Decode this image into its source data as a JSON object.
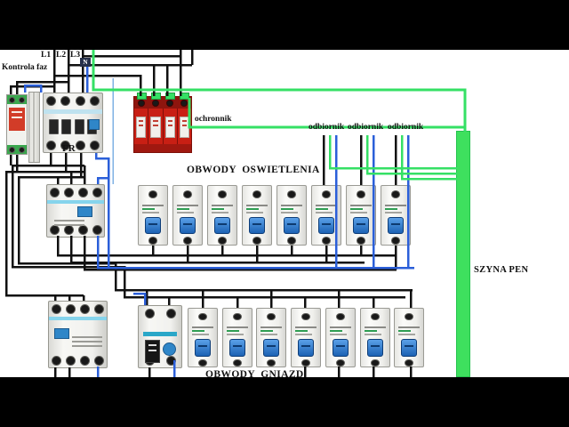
{
  "frame": {
    "letterbox_color": "#000000",
    "background": "#ffffff"
  },
  "header_labels": {
    "l1": "L1",
    "l2": "L2",
    "l3": "L3",
    "neutral": "N",
    "phase_control": "Kontrola faz"
  },
  "device_labels": {
    "main_breaker": "FR",
    "surge_protector": "ochronnik",
    "pen_bus": "SZYNA PEN"
  },
  "load_labels": {
    "load1": "odbiornik",
    "load2": "odbiornik",
    "load3": "odbiornik"
  },
  "section_headings": {
    "lighting": "OBWODY  OSWIETLENIA",
    "sockets": "OBWODY  GNIAZD"
  },
  "breaker_rows": {
    "lighting_count": 8,
    "socket_count": 7
  },
  "colors": {
    "wire_phase": "#101010",
    "wire_neutral": "#2b5fd9",
    "wire_pe": "#35e065",
    "pen_bus": "#3ee05e",
    "surge_body": "#c81f14",
    "breaker_lever": "#2b7fd4"
  }
}
